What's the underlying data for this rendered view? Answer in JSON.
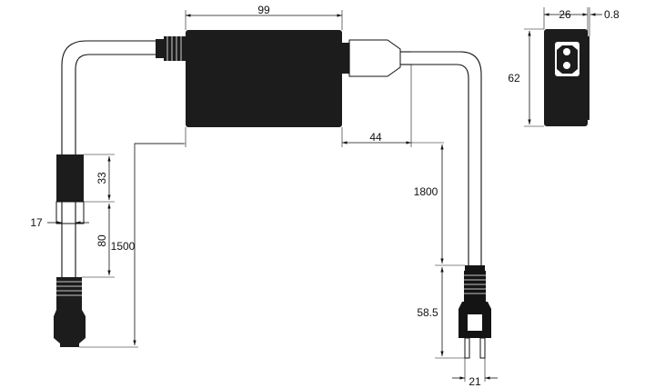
{
  "colors": {
    "body": "#1c1c1c",
    "line": "#111111",
    "background": "#ffffff",
    "plug": "#141414"
  },
  "dimensions": {
    "body_length": "99",
    "side_width": "26",
    "side_clearance": "0.8",
    "side_height": "62",
    "ac_offset": "44",
    "ac_cable_length": "1800",
    "dc_cable_length": "1500",
    "ferrite_length": "33",
    "ferrite_width": "17",
    "dc_plug_offset": "80",
    "ac_plug_length": "58.5",
    "ac_plug_width": "21"
  }
}
